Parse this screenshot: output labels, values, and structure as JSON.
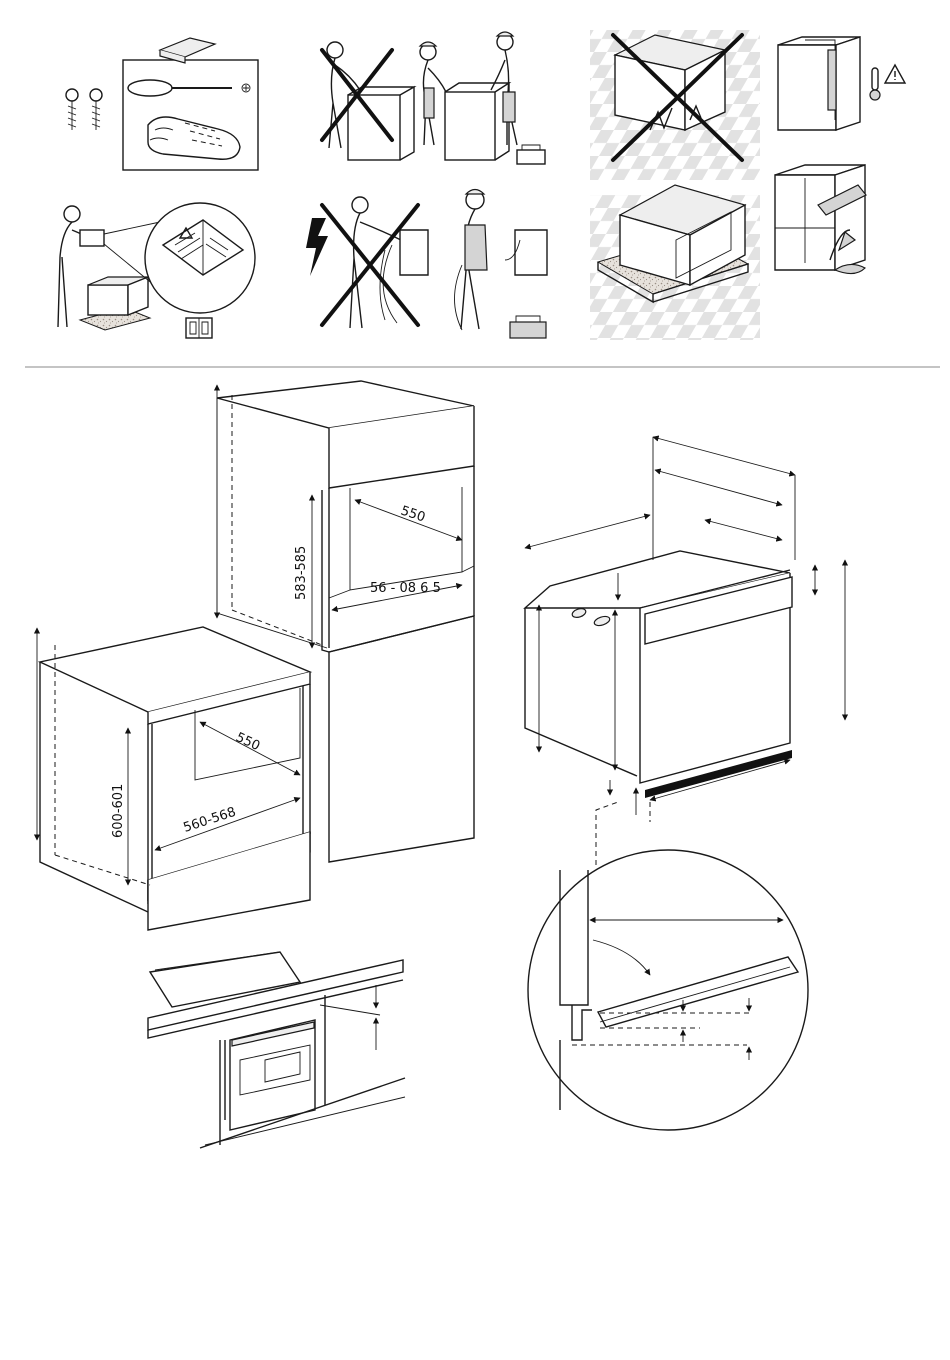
{
  "dimensions": {
    "column_niche_height": "583-585",
    "column_niche_depth": "550",
    "column_niche_width": "56   -  08   6   5",
    "under_counter_height": "600-601",
    "under_counter_depth": "550",
    "under_counter_width": "560-568"
  },
  "icons": {
    "screws": "screws-icon",
    "screwdriver": "screwdriver-icon",
    "gloves": "gloves-icon",
    "manual": "manual-book-icon",
    "warning": "warning-triangle-icon",
    "thermometer": "thermometer-icon",
    "electric_hazard": "lightning-bolt-icon",
    "prohibited": "cross-out-icon"
  },
  "colors": {
    "line": "#1a1a1a",
    "floor_tile": "#e6e6e6",
    "background": "#ffffff"
  }
}
